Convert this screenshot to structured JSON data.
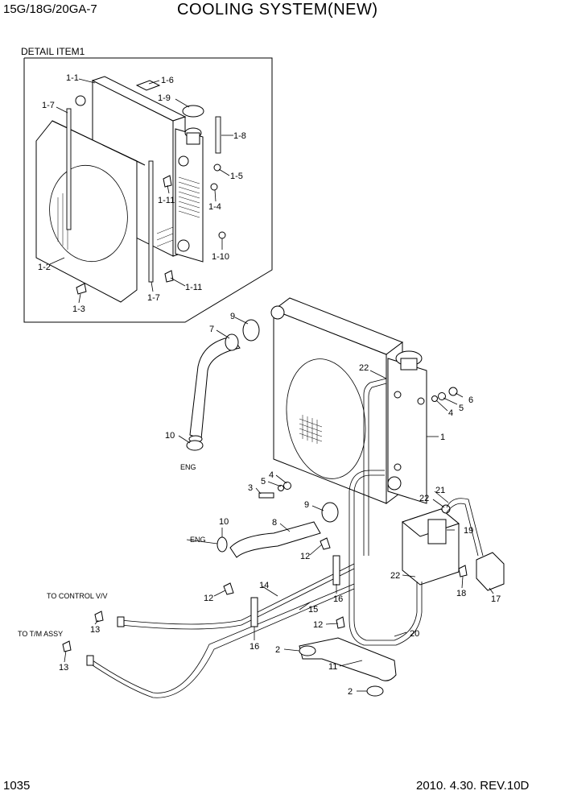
{
  "header": {
    "model": "15G/18G/20GA-7",
    "title": "COOLING SYSTEM(NEW)"
  },
  "detail_label": "DETAIL ITEM1",
  "footer": {
    "page": "1035",
    "revision": "2010. 4.30.  REV.10D"
  },
  "callouts": {
    "c1_1": "1-1",
    "c1_6": "1-6",
    "c1_7a": "1-7",
    "c1_9": "1-9",
    "c1_8": "1-8",
    "c1_5": "1-5",
    "c1_11a": "1-11",
    "c1_4": "1-4",
    "c1_10": "1-10",
    "c1_2": "1-2",
    "c1_3": "1-3",
    "c1_7b": "1-7",
    "c1_11b": "1-11",
    "c9a": "9",
    "c7": "7",
    "c22a": "22",
    "c6": "6",
    "c5a": "5",
    "c4a": "4",
    "c1": "1",
    "c10a": "10",
    "c5b": "5",
    "c4b": "4",
    "c3": "3",
    "c21": "21",
    "c22b": "22",
    "c19": "19",
    "c9b": "9",
    "c8": "8",
    "c10b": "10",
    "c12a": "12",
    "c14": "14",
    "c22c": "22",
    "c18": "18",
    "c17": "17",
    "c12b": "12",
    "c16a": "16",
    "c15": "15",
    "c13a": "13",
    "c12c": "12",
    "c20": "20",
    "c13b": "13",
    "c16b": "16",
    "c2a": "2",
    "c11": "11",
    "c2b": "2"
  },
  "annotations": {
    "eng1": "ENG",
    "eng2": "ENG",
    "to_control": "TO CONTROL V/V",
    "to_tm": "TO T/M ASSY"
  }
}
